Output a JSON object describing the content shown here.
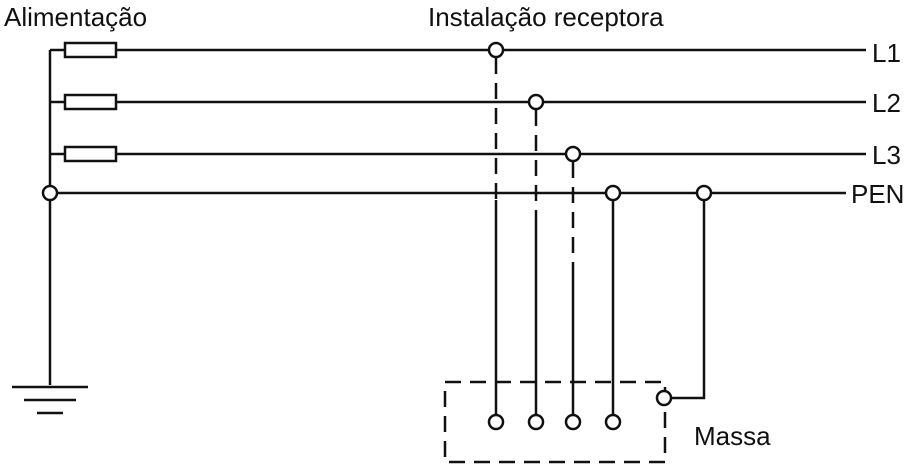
{
  "labels": {
    "supply": "Alimentação",
    "installation": "Instalação receptora",
    "mass": "Massa"
  },
  "lines": [
    {
      "id": "L1",
      "label": "L1"
    },
    {
      "id": "L2",
      "label": "L2"
    },
    {
      "id": "L3",
      "label": "L3"
    },
    {
      "id": "PEN",
      "label": "PEN"
    }
  ],
  "colors": {
    "ink": "#111111",
    "background": "#ffffff"
  }
}
